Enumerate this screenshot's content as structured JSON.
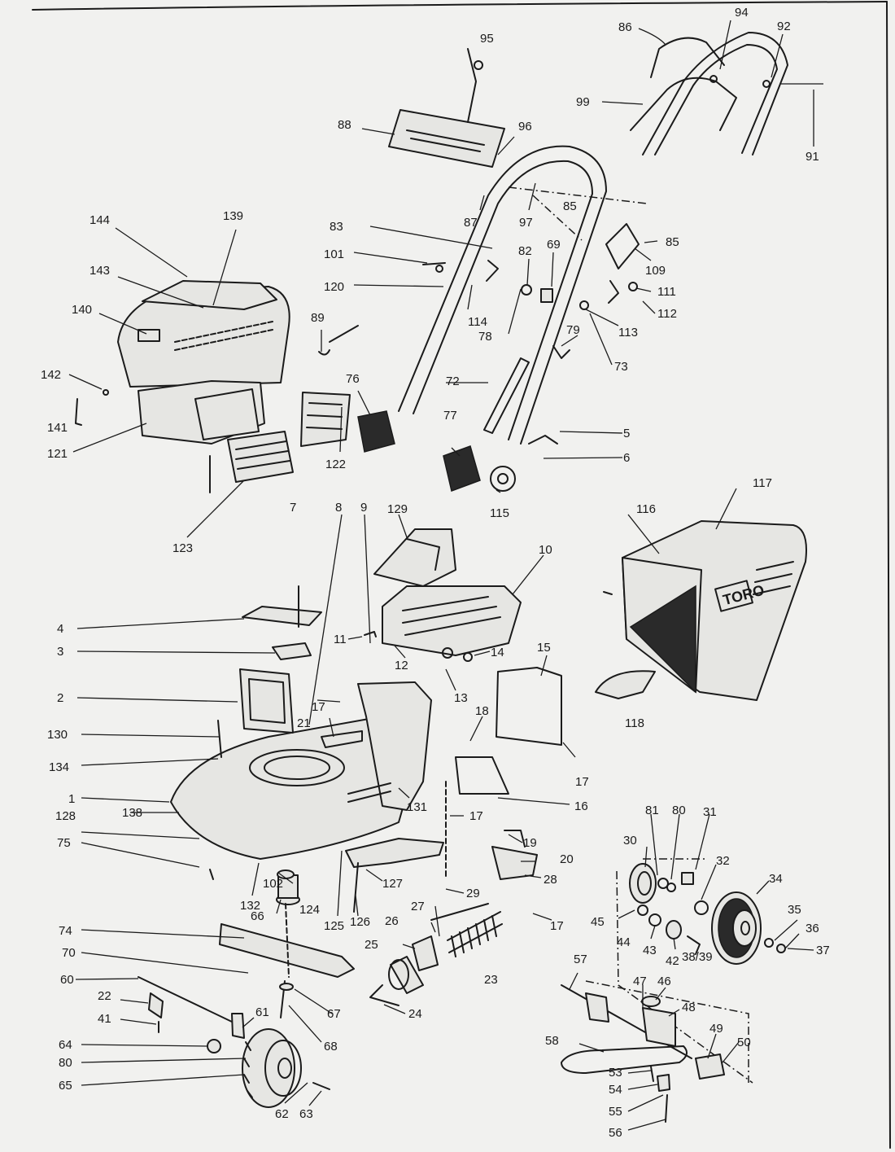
{
  "brand_text": "TORO",
  "labels": [
    {
      "id": "95",
      "text": "95"
    },
    {
      "id": "86",
      "text": "86"
    },
    {
      "id": "94",
      "text": "94"
    },
    {
      "id": "92",
      "text": "92"
    },
    {
      "id": "99",
      "text": "99"
    },
    {
      "id": "91",
      "text": "91"
    },
    {
      "id": "88",
      "text": "88"
    },
    {
      "id": "96",
      "text": "96"
    },
    {
      "id": "85a",
      "text": "85"
    },
    {
      "id": "87",
      "text": "87"
    },
    {
      "id": "97",
      "text": "97"
    },
    {
      "id": "85b",
      "text": "85"
    },
    {
      "id": "109",
      "text": "109"
    },
    {
      "id": "83",
      "text": "83"
    },
    {
      "id": "101",
      "text": "101"
    },
    {
      "id": "82",
      "text": "82"
    },
    {
      "id": "69",
      "text": "69"
    },
    {
      "id": "120",
      "text": "120"
    },
    {
      "id": "111",
      "text": "111"
    },
    {
      "id": "112",
      "text": "112"
    },
    {
      "id": "114",
      "text": "114"
    },
    {
      "id": "78",
      "text": "78"
    },
    {
      "id": "113",
      "text": "113"
    },
    {
      "id": "79",
      "text": "79"
    },
    {
      "id": "73",
      "text": "73"
    },
    {
      "id": "144",
      "text": "144"
    },
    {
      "id": "139",
      "text": "139"
    },
    {
      "id": "143",
      "text": "143"
    },
    {
      "id": "140",
      "text": "140"
    },
    {
      "id": "89",
      "text": "89"
    },
    {
      "id": "142",
      "text": "142"
    },
    {
      "id": "141",
      "text": "141"
    },
    {
      "id": "121",
      "text": "121"
    },
    {
      "id": "76",
      "text": "76"
    },
    {
      "id": "72",
      "text": "72"
    },
    {
      "id": "122",
      "text": "122"
    },
    {
      "id": "77",
      "text": "77"
    },
    {
      "id": "5",
      "text": "5"
    },
    {
      "id": "6",
      "text": "6"
    },
    {
      "id": "115",
      "text": "115"
    },
    {
      "id": "123",
      "text": "123"
    },
    {
      "id": "7",
      "text": "7"
    },
    {
      "id": "8",
      "text": "8"
    },
    {
      "id": "9",
      "text": "9"
    },
    {
      "id": "129",
      "text": "129"
    },
    {
      "id": "10",
      "text": "10"
    },
    {
      "id": "116",
      "text": "116"
    },
    {
      "id": "117",
      "text": "117"
    },
    {
      "id": "4",
      "text": "4"
    },
    {
      "id": "3",
      "text": "3"
    },
    {
      "id": "11",
      "text": "11"
    },
    {
      "id": "12",
      "text": "12"
    },
    {
      "id": "14",
      "text": "14"
    },
    {
      "id": "15",
      "text": "15"
    },
    {
      "id": "2",
      "text": "2"
    },
    {
      "id": "13",
      "text": "13"
    },
    {
      "id": "118",
      "text": "118"
    },
    {
      "id": "17a",
      "text": "17"
    },
    {
      "id": "21",
      "text": "21"
    },
    {
      "id": "18",
      "text": "18"
    },
    {
      "id": "130",
      "text": "130"
    },
    {
      "id": "134",
      "text": "134"
    },
    {
      "id": "17b",
      "text": "17"
    },
    {
      "id": "1",
      "text": "1"
    },
    {
      "id": "131",
      "text": "131"
    },
    {
      "id": "16",
      "text": "16"
    },
    {
      "id": "138",
      "text": "138"
    },
    {
      "id": "17c",
      "text": "17"
    },
    {
      "id": "81",
      "text": "81"
    },
    {
      "id": "80a",
      "text": "80"
    },
    {
      "id": "31",
      "text": "31"
    },
    {
      "id": "128",
      "text": "128"
    },
    {
      "id": "30",
      "text": "30"
    },
    {
      "id": "75",
      "text": "75"
    },
    {
      "id": "19",
      "text": "19"
    },
    {
      "id": "32",
      "text": "32"
    },
    {
      "id": "20",
      "text": "20"
    },
    {
      "id": "34",
      "text": "34"
    },
    {
      "id": "102",
      "text": "102"
    },
    {
      "id": "127",
      "text": "127"
    },
    {
      "id": "28",
      "text": "28"
    },
    {
      "id": "132",
      "text": "132"
    },
    {
      "id": "29",
      "text": "29"
    },
    {
      "id": "66",
      "text": "66"
    },
    {
      "id": "124",
      "text": "124"
    },
    {
      "id": "125",
      "text": "125"
    },
    {
      "id": "126",
      "text": "126"
    },
    {
      "id": "27",
      "text": "27"
    },
    {
      "id": "17d",
      "text": "17"
    },
    {
      "id": "45",
      "text": "45"
    },
    {
      "id": "35",
      "text": "35"
    },
    {
      "id": "36",
      "text": "36"
    },
    {
      "id": "74",
      "text": "74"
    },
    {
      "id": "26",
      "text": "26"
    },
    {
      "id": "44",
      "text": "44"
    },
    {
      "id": "43",
      "text": "43"
    },
    {
      "id": "42",
      "text": "42"
    },
    {
      "id": "37",
      "text": "37"
    },
    {
      "id": "25",
      "text": "25"
    },
    {
      "id": "23",
      "text": "23"
    },
    {
      "id": "3839",
      "text": "38/39"
    },
    {
      "id": "70",
      "text": "70"
    },
    {
      "id": "57",
      "text": "57"
    },
    {
      "id": "60",
      "text": "60"
    },
    {
      "id": "47",
      "text": "47"
    },
    {
      "id": "46",
      "text": "46"
    },
    {
      "id": "22",
      "text": "22"
    },
    {
      "id": "24",
      "text": "24"
    },
    {
      "id": "67",
      "text": "67"
    },
    {
      "id": "48",
      "text": "48"
    },
    {
      "id": "41",
      "text": "41"
    },
    {
      "id": "68",
      "text": "68"
    },
    {
      "id": "61",
      "text": "61"
    },
    {
      "id": "58",
      "text": "58"
    },
    {
      "id": "49",
      "text": "49"
    },
    {
      "id": "50",
      "text": "50"
    },
    {
      "id": "64",
      "text": "64"
    },
    {
      "id": "80b",
      "text": "80"
    },
    {
      "id": "53",
      "text": "53"
    },
    {
      "id": "65",
      "text": "65"
    },
    {
      "id": "54",
      "text": "54"
    },
    {
      "id": "55",
      "text": "55"
    },
    {
      "id": "62",
      "text": "62"
    },
    {
      "id": "63",
      "text": "63"
    },
    {
      "id": "56",
      "text": "56"
    }
  ]
}
